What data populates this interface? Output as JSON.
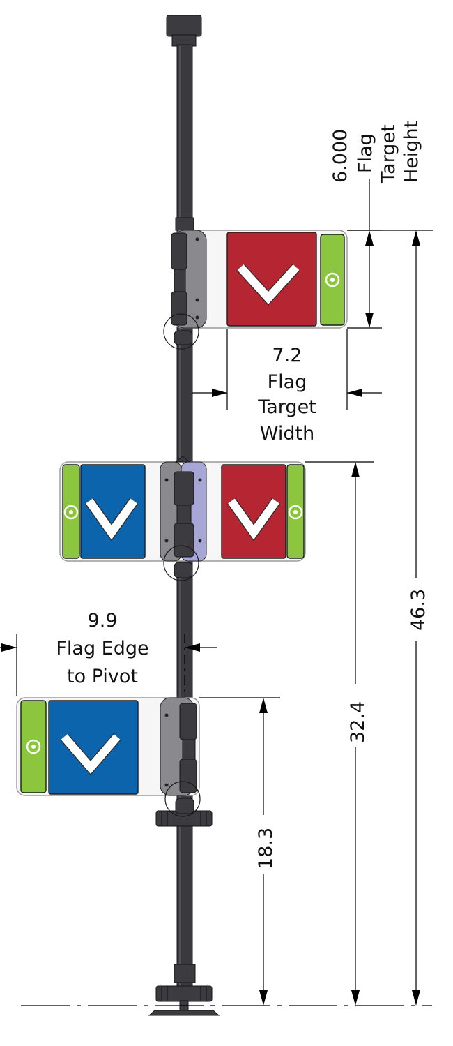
{
  "diagram": {
    "labels": {
      "flag_target_height": {
        "value": "6.000",
        "line1": "Flag",
        "line2": "Target",
        "line3": "Height"
      },
      "flag_target_width": {
        "value": "7.2",
        "line1": "Flag",
        "line2": "Target",
        "line3": "Width"
      },
      "flag_edge_to_pivot": {
        "value": "9.9",
        "line1": "Flag Edge",
        "line2": "to Pivot"
      },
      "height_46": "46.3",
      "height_32": "32.4",
      "height_18": "18.3"
    },
    "colors": {
      "red": "#b52532",
      "blue": "#0c64ad",
      "green": "#8cc63f",
      "pivot_plate_light": "#a7a6d6",
      "pole": "#3a3a3e"
    }
  }
}
